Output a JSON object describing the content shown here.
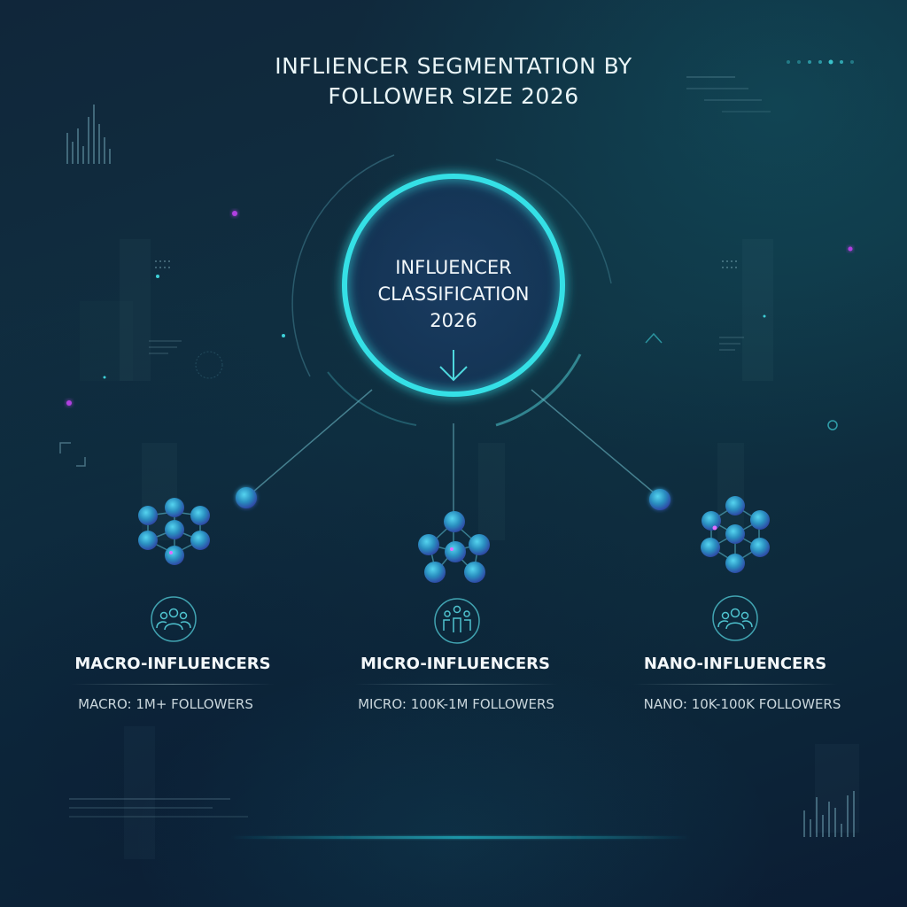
{
  "title": {
    "line1": "INFLIENCER SEGMENTATION BY",
    "line2": "FOLLOWER SIZE 2026"
  },
  "hub": {
    "line1": "INFLUENCER",
    "line2": "CLASSIFICATION",
    "line3": "2026",
    "icon": "arrow-down-icon"
  },
  "segments": [
    {
      "title": "MACRO-INFLUENCERS",
      "subtitle": "MACRO: 1M+ FOLLOWERS",
      "icon": "group-icon"
    },
    {
      "title": "MICRO-INFLUENCERS",
      "subtitle": "MICRO: 100K-1M FOLLOWERS",
      "icon": "people-icon"
    },
    {
      "title": "NANO-INFLUENCERS",
      "subtitle": "NANO: 10K-100K FOLLOWERS",
      "icon": "group-icon"
    }
  ],
  "colors": {
    "accent": "#35e0e6",
    "node": "#2aa8c8",
    "background": "#0f2c3e",
    "highlight": "#b040e0"
  }
}
